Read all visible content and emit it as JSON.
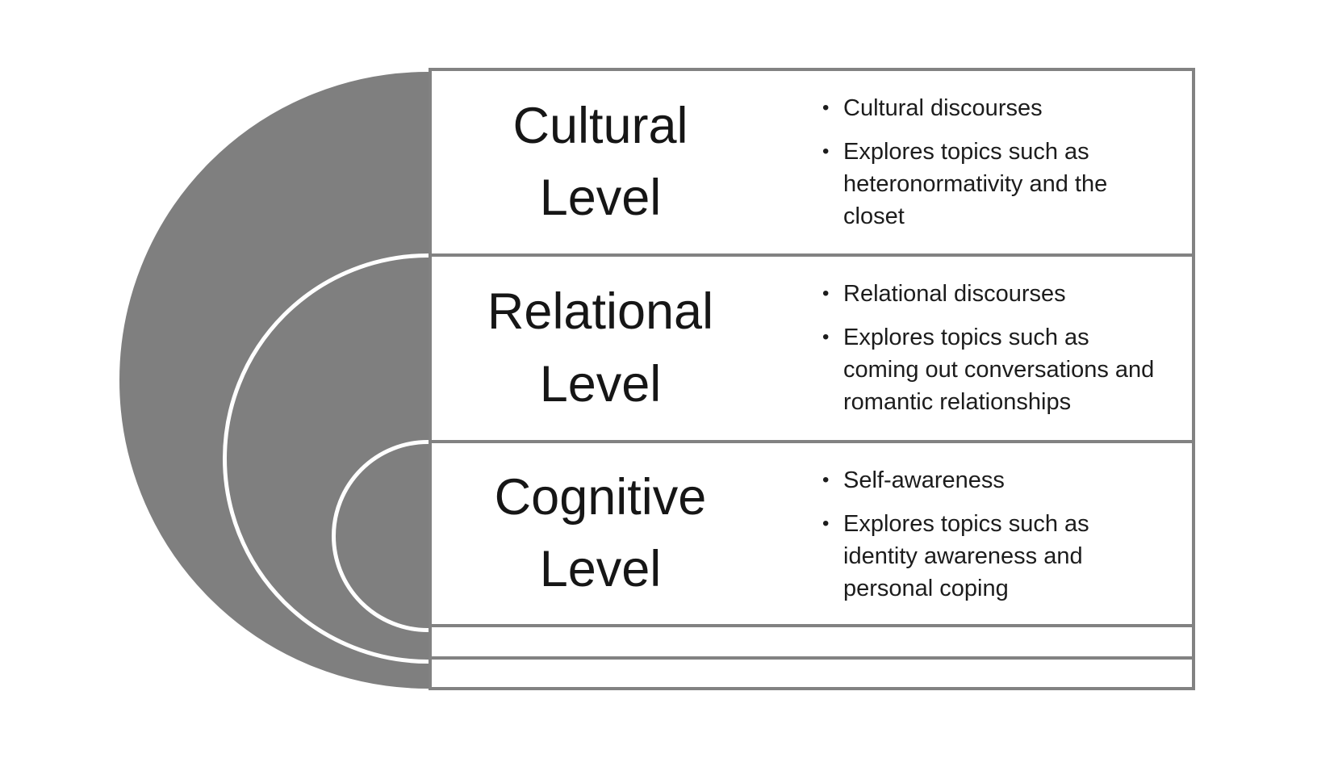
{
  "figure": {
    "bullet_char": "•",
    "levels": [
      {
        "title": "Cultural Level",
        "bullets": [
          "Cultural discourses",
          "Explores topics such as heteronormativity and the closet"
        ]
      },
      {
        "title": "Relational Level",
        "bullets": [
          "Relational discourses",
          "Explores topics such as coming out conversations and romantic relationships"
        ]
      },
      {
        "title": "Cognitive Level",
        "bullets": [
          "Self-awareness",
          "Explores topics such as identity awareness and personal coping"
        ]
      }
    ],
    "colors": {
      "circle_fill": "#7f7f7f",
      "circle_outline": "#ffffff",
      "table_border": "#828282",
      "text": "#1a1a1a",
      "background": "#ffffff"
    }
  }
}
